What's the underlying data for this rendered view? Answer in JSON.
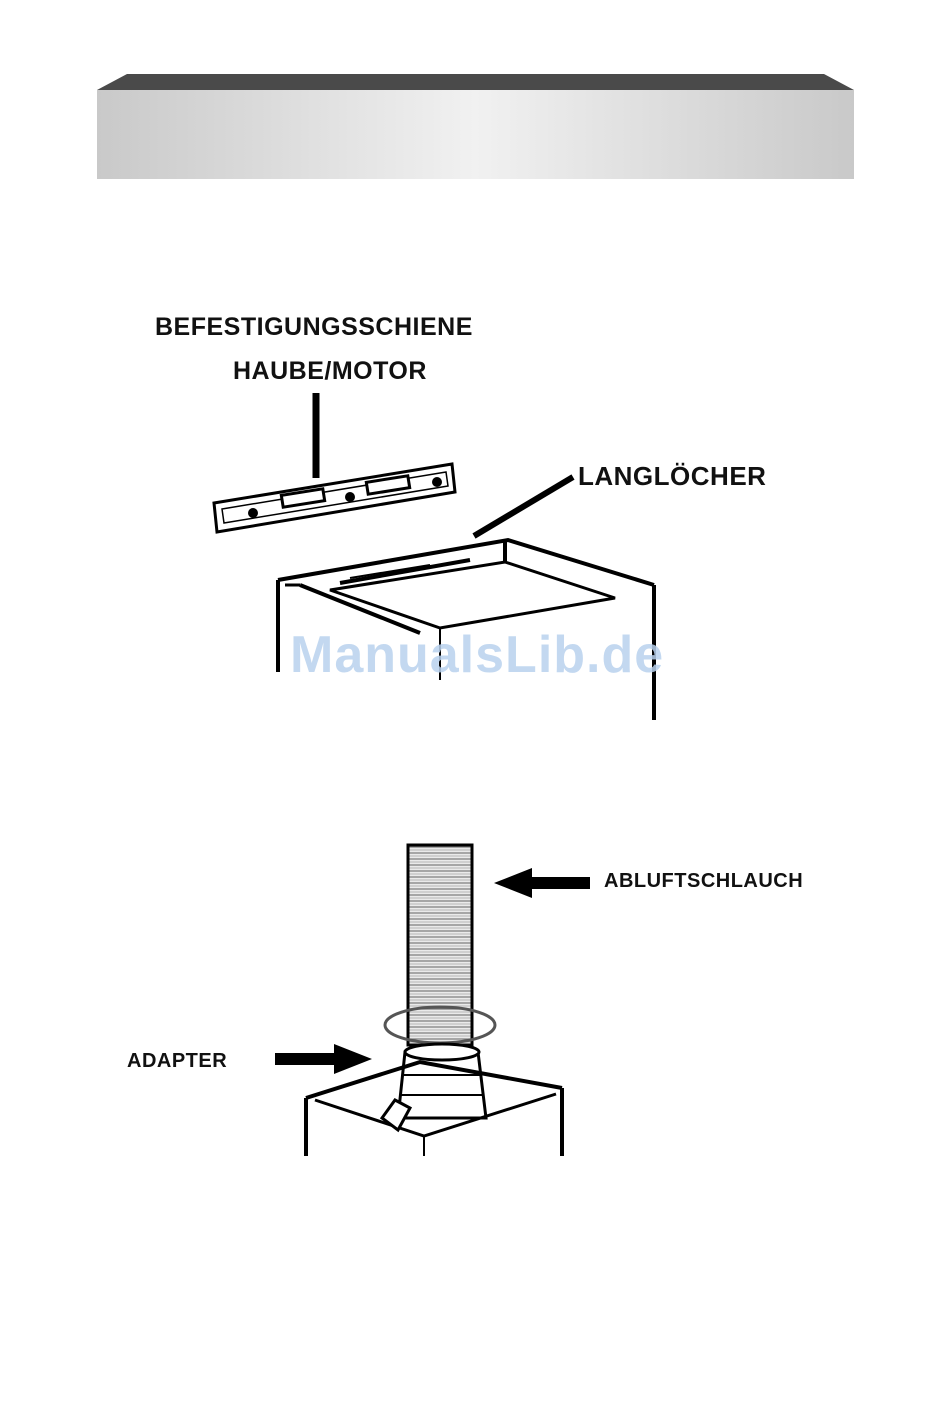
{
  "header": {
    "title": ""
  },
  "figure1": {
    "rail_label_line1": "BEFESTIGUNGSSCHIENE",
    "rail_label_line2": "HAUBE/MOTOR",
    "slots_label": "LANGLÖCHER"
  },
  "figure2": {
    "hose_label": "ABLUFTSCHLAUCH",
    "adapter_label": "ADAPTER"
  },
  "watermark": "ManualsLib.de"
}
